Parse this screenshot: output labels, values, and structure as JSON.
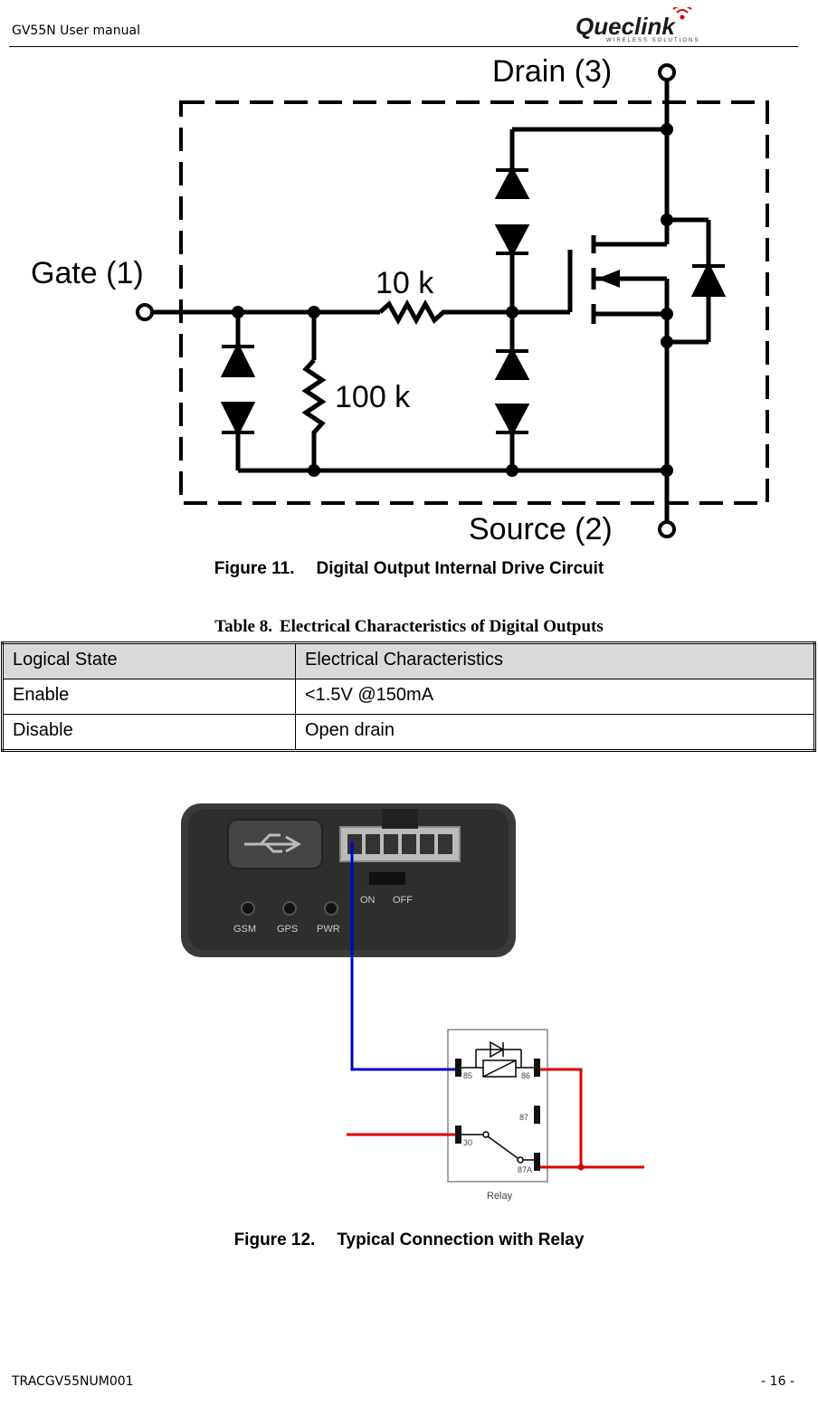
{
  "header": {
    "doc_title": "GV55N User manual",
    "logo_text": "Queclink",
    "logo_subtext": "WIRELESS SOLUTIONS"
  },
  "figure11": {
    "number": "Figure 11.",
    "caption": "Digital Output Internal Drive Circuit",
    "labels": {
      "drain": "Drain (3)",
      "gate": "Gate (1)",
      "source": "Source (2)",
      "r1": "10 k",
      "r2": "100 k"
    }
  },
  "table8": {
    "number": "Table 8.",
    "title": "Electrical Characteristics of Digital Outputs",
    "headers": [
      "Logical State",
      "Electrical Characteristics"
    ],
    "rows": [
      [
        "Enable",
        "<1.5V @150mA"
      ],
      [
        "Disable",
        "Open drain"
      ]
    ]
  },
  "figure12": {
    "number": "Figure 12.",
    "caption": "Typical Connection with Relay",
    "device_labels": {
      "gsm": "GSM",
      "gps": "GPS",
      "pwr": "PWR",
      "on": "ON",
      "off": "OFF"
    },
    "relay_labels": {
      "p85": "85",
      "p86": "86",
      "p87": "87",
      "p30": "30",
      "p87a": "87A",
      "title": "Relay"
    },
    "colors": {
      "blue_wire": "#0000cc",
      "red_wire": "#dd0000"
    }
  },
  "footer": {
    "doc_code": "TRACGV55NUM001",
    "page": "- 16 -"
  }
}
